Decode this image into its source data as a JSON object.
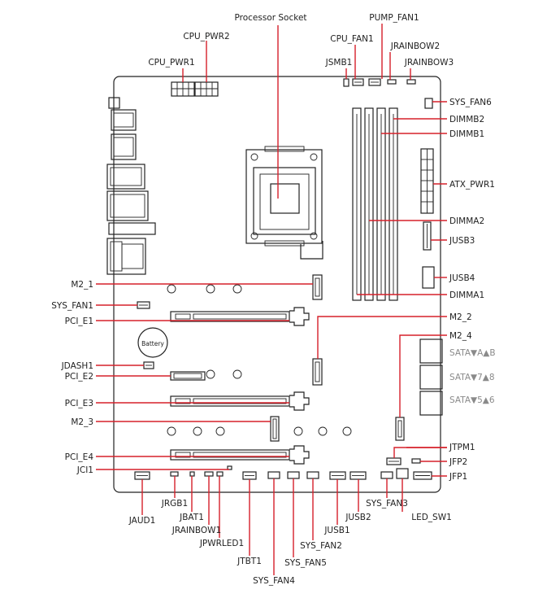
{
  "labels": {
    "processor_socket": "Processor Socket",
    "pump_fan1": "PUMP_FAN1",
    "cpu_pwr2": "CPU_PWR2",
    "cpu_fan1": "CPU_FAN1",
    "jrainbow2": "JRAINBOW2",
    "cpu_pwr1": "CPU_PWR1",
    "jsmb1": "JSMB1",
    "jrainbow3": "JRAINBOW3",
    "sys_fan6": "SYS_FAN6",
    "dimmb2": "DIMMB2",
    "dimmb1": "DIMMB1",
    "atx_pwr1": "ATX_PWR1",
    "dimma2": "DIMMA2",
    "jusb3": "JUSB3",
    "jusb4": "JUSB4",
    "dimma1": "DIMMA1",
    "m2_1": "M2_1",
    "sys_fan1": "SYS_FAN1",
    "pci_e1": "PCI_E1",
    "m2_2": "M2_2",
    "m2_4": "M2_4",
    "battery": "Battery",
    "jdash1": "JDASH1",
    "pci_e2": "PCI_E2",
    "sata_ab": "SATA▼A▲B",
    "sata_78": "SATA▼7▲8",
    "sata_56": "SATA▼5▲6",
    "pci_e3": "PCI_E3",
    "m2_3": "M2_3",
    "pci_e4": "PCI_E4",
    "jtpm1": "JTPM1",
    "jfp2": "JFP2",
    "jci1": "JCI1",
    "jfp1": "JFP1",
    "jrgb1": "JRGB1",
    "jaud1": "JAUD1",
    "jbat1": "JBAT1",
    "jrainbow1": "JRAINBOW1",
    "jpwrled1": "JPWRLED1",
    "jtbt1": "JTBT1",
    "sys_fan4": "SYS_FAN4",
    "sys_fan5": "SYS_FAN5",
    "sys_fan2": "SYS_FAN2",
    "jusb1": "JUSB1",
    "jusb2": "JUSB2",
    "sys_fan3": "SYS_FAN3",
    "led_sw1": "LED_SW1"
  },
  "colors": {
    "leader_line": "#d6202a",
    "outline": "#222222",
    "sata_label": "#8a8a8a"
  }
}
